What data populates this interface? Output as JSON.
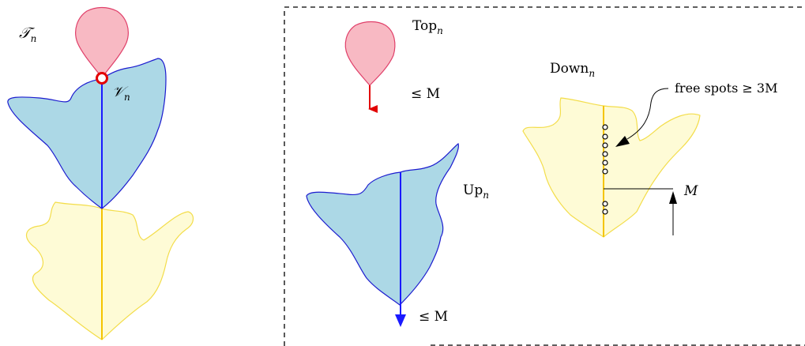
{
  "labels": {
    "tree_name": "𝒯",
    "tree_sub": "n",
    "vertex_name": "𝒱",
    "vertex_sub": "n",
    "top_name": "Top",
    "top_sub": "n",
    "top_bound": "≤ M",
    "up_name": "Up",
    "up_sub": "n",
    "up_bound": "≤ M",
    "down_name": "Down",
    "down_sub": "n",
    "free_spots": "free spots ≥ 3M",
    "m_label": "M"
  },
  "colors": {
    "pink_fill": "#f8b9c3",
    "pink_stroke": "#e0406a",
    "blue_fill": "#acd8e6",
    "blue_stroke": "#1c1ccf",
    "blue_spine": "#1a1aff",
    "yellow_fill": "#fefbd6",
    "yellow_stroke": "#f3dd4a",
    "yellow_spine": "#f4c400",
    "red": "#e20000",
    "black": "#000000"
  }
}
